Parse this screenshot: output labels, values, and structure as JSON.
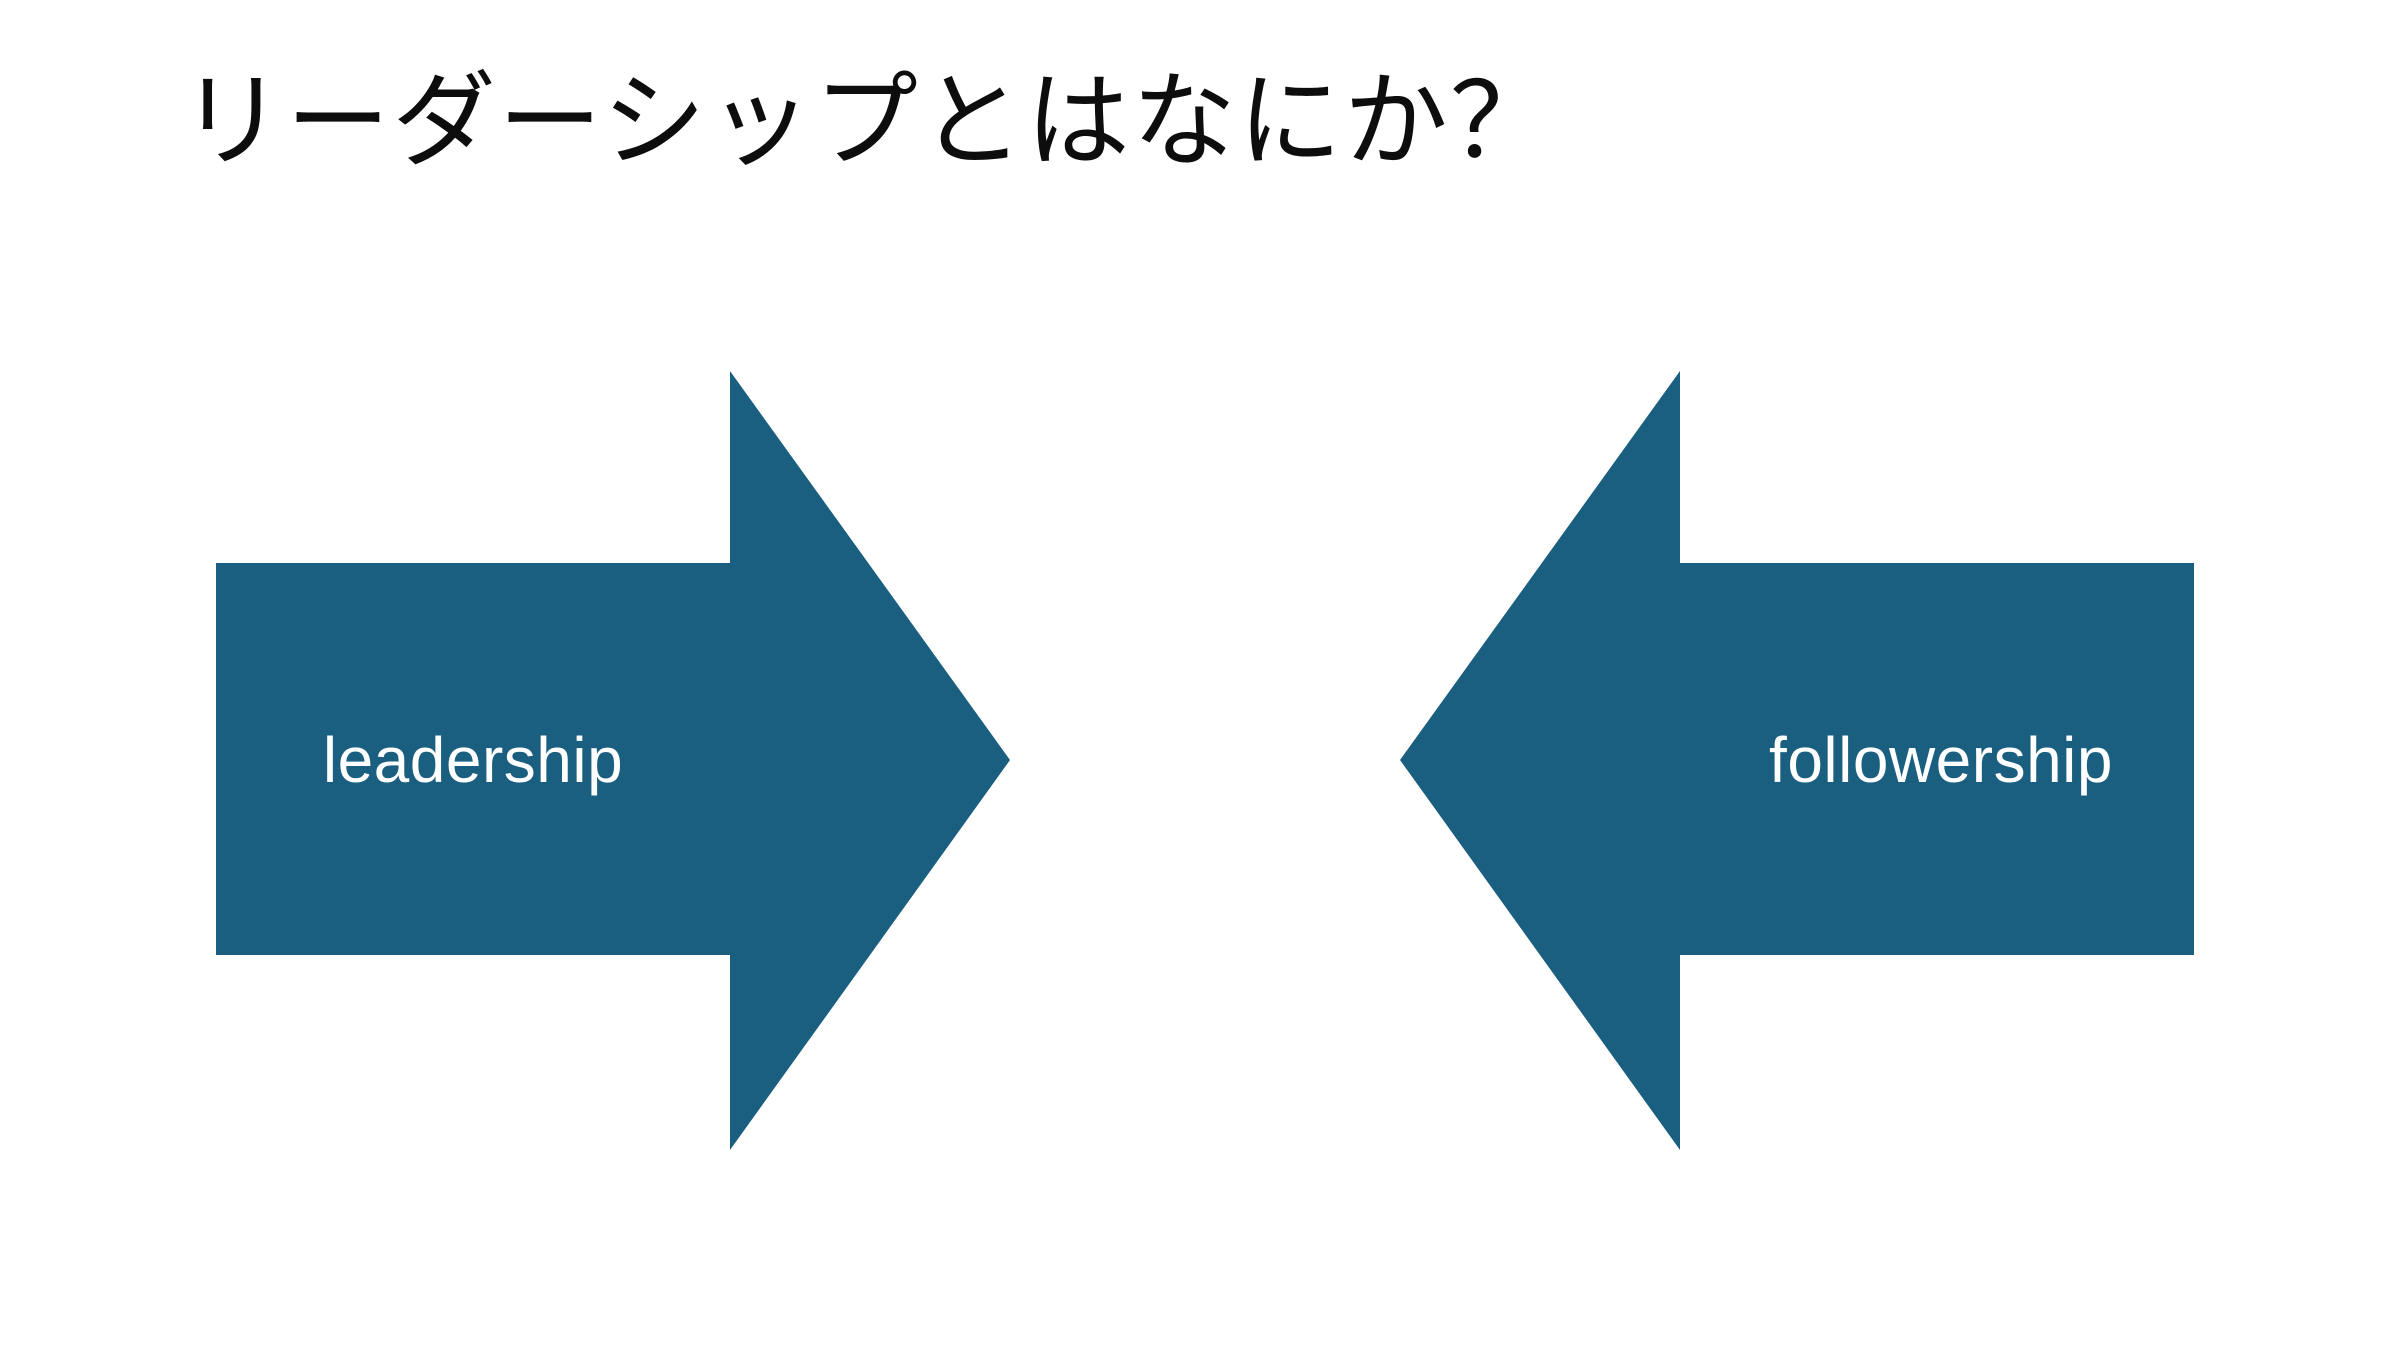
{
  "slide": {
    "title": "リーダーシップとはなにか？",
    "background_color": "#FFFFFF",
    "accent_color": "#1A5E80",
    "label_color": "#FFFFFF",
    "title_color": "#0D0D0D"
  },
  "diagram": {
    "arrows": [
      {
        "id": "leadership",
        "label": "leadership",
        "direction": "right",
        "fill": "#1A5E80",
        "text_color": "#FFFFFF"
      },
      {
        "id": "followership",
        "label": "followership",
        "direction": "left",
        "fill": "#1A5E80",
        "text_color": "#FFFFFF"
      }
    ]
  }
}
